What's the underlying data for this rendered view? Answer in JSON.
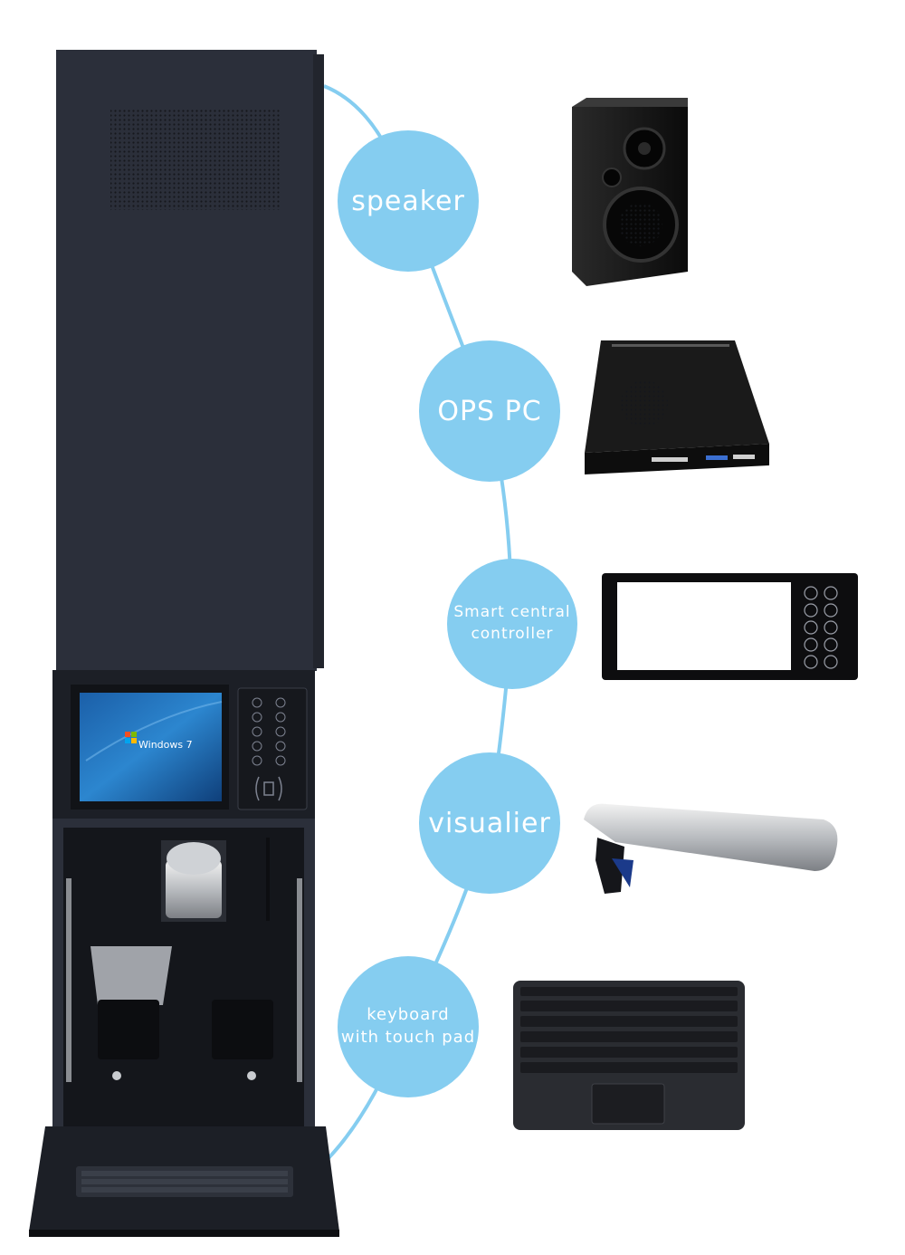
{
  "colors": {
    "bubble": "#85cdf0",
    "kiosk_body": "#2b2f3a",
    "kiosk_dark": "#1c1f26",
    "screen_blue": "#1f6fb8"
  },
  "components": [
    {
      "label": "speaker",
      "icon": "speaker-icon"
    },
    {
      "label": "OPS PC",
      "icon": "ops-pc-icon"
    },
    {
      "label_lines": [
        "Smart central",
        "controller"
      ],
      "icon": "controller-panel-icon"
    },
    {
      "label": "visualier",
      "icon": "visualizer-icon"
    },
    {
      "label_lines": [
        "keyboard",
        "with touch pad"
      ],
      "icon": "keyboard-icon"
    }
  ],
  "kiosk": {
    "screen_text": "Windows 7"
  }
}
